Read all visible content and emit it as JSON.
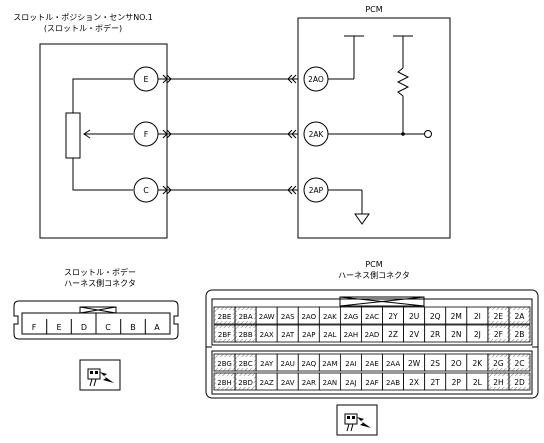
{
  "sensor": {
    "title": "スロットル・ポジション・センサNO.1",
    "subtitle": "(スロットル・ボデー)",
    "pins": [
      "E",
      "F",
      "C"
    ]
  },
  "pcm": {
    "title": "PCM",
    "pins": [
      "2AO",
      "2AK",
      "2AP"
    ]
  },
  "sensor_connector": {
    "title_line1": "スロットル・ボデー",
    "title_line2": "ハーネス側コネクタ",
    "pins": [
      "F",
      "E",
      "D",
      "C",
      "B",
      "A"
    ]
  },
  "pcm_connector": {
    "title_line1": "PCM",
    "title_line2": "ハーネス側コネクタ",
    "rows": [
      [
        "2BE",
        "2BA",
        "2AW",
        "2AS",
        "2AO",
        "2AK",
        "2AG",
        "2AC",
        "2Y",
        "2U",
        "2Q",
        "2M",
        "2I",
        "2E",
        "2A"
      ],
      [
        "2BF",
        "2BB",
        "2AX",
        "2AT",
        "2AP",
        "2AL",
        "2AH",
        "2AD",
        "2Z",
        "2V",
        "2R",
        "2N",
        "2J",
        "2F",
        "2B"
      ],
      [
        "2BG",
        "2BC",
        "2AY",
        "2AU",
        "2AQ",
        "2AM",
        "2AI",
        "2AE",
        "2AA",
        "2W",
        "2S",
        "2O",
        "2K",
        "2G",
        "2C"
      ],
      [
        "2BH",
        "2BD",
        "2AZ",
        "2AV",
        "2AR",
        "2AN",
        "2AJ",
        "2AF",
        "2AB",
        "2X",
        "2T",
        "2P",
        "2L",
        "2H",
        "2D"
      ]
    ]
  }
}
